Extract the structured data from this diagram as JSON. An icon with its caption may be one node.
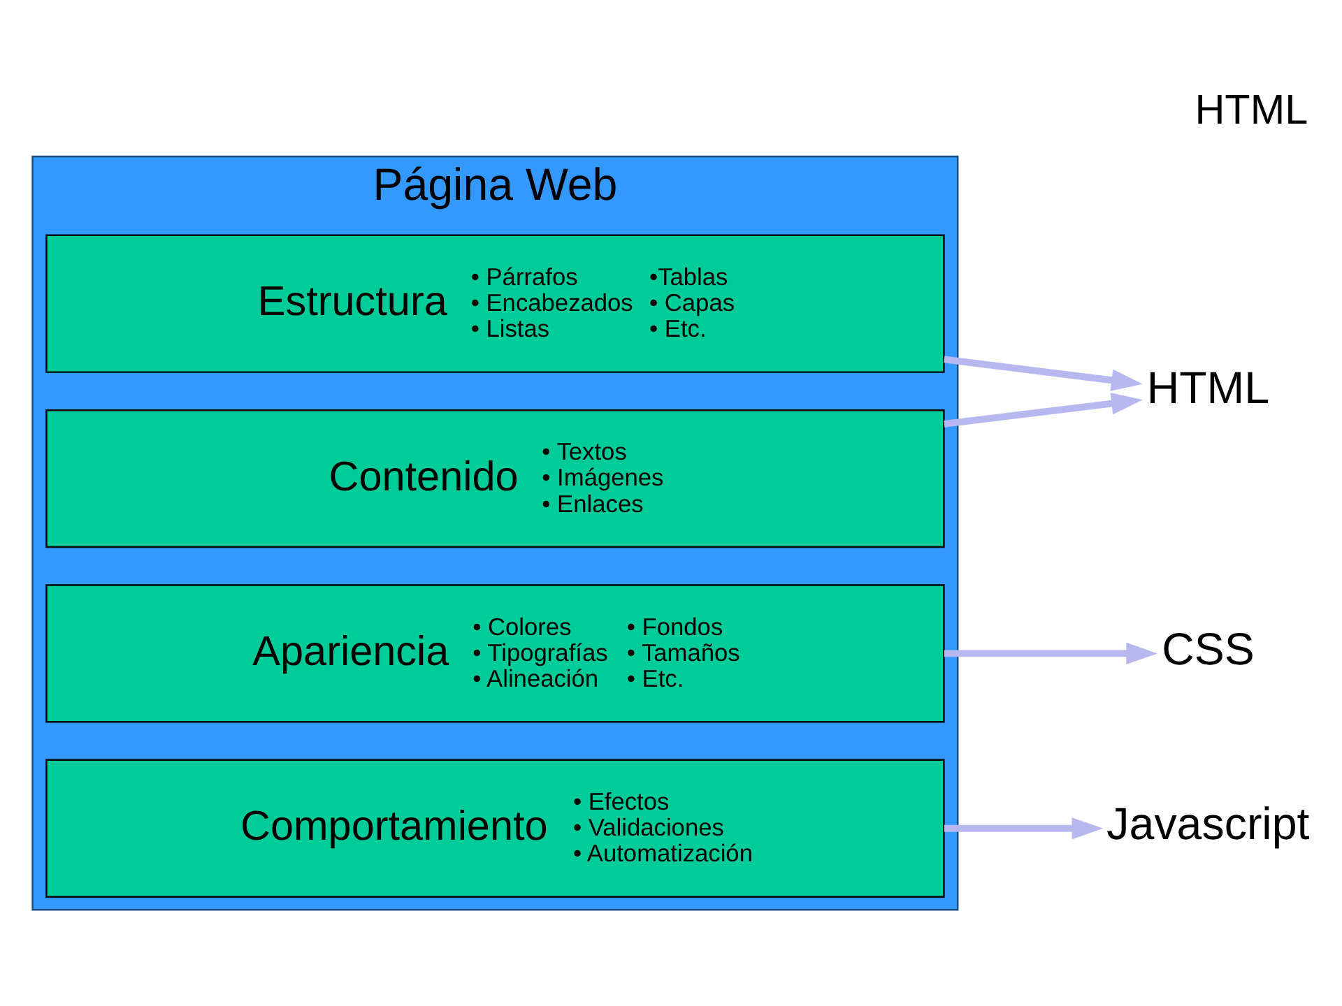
{
  "diagram": {
    "title": "HTML",
    "nodes": [
      {
        "text": [
          "Página Web"
        ]
      },
      {
        "text": [
          "Estructura",
          "• Párrafos • Encabezados • Listas",
          "•Tablas • Capas • Etc."
        ],
        "in": 0
      },
      {
        "text": [
          "Contenido",
          "• Textos • Imágenes • Enlaces"
        ],
        "in": 0
      },
      {
        "text": [
          "Apariencia",
          "• Colores • Tipografías • Alineación",
          "• Fondos • Tamaños • Etc."
        ],
        "in": 0
      },
      {
        "text": [
          "Comportamiento",
          "• Efectos • Validaciones • Automatización"
        ],
        "in": 0
      },
      {
        "text": [
          "HTML"
        ]
      },
      {
        "text": [
          "CSS"
        ]
      },
      {
        "text": [
          "Javascript"
        ]
      }
    ],
    "edges": [
      {
        "from": 1,
        "to": 5,
        "arrow": "to"
      },
      {
        "from": 2,
        "to": 5,
        "arrow": "to"
      },
      {
        "from": 3,
        "to": 6,
        "arrow": "to"
      },
      {
        "from": 4,
        "to": 7,
        "arrow": "to"
      }
    ]
  }
}
